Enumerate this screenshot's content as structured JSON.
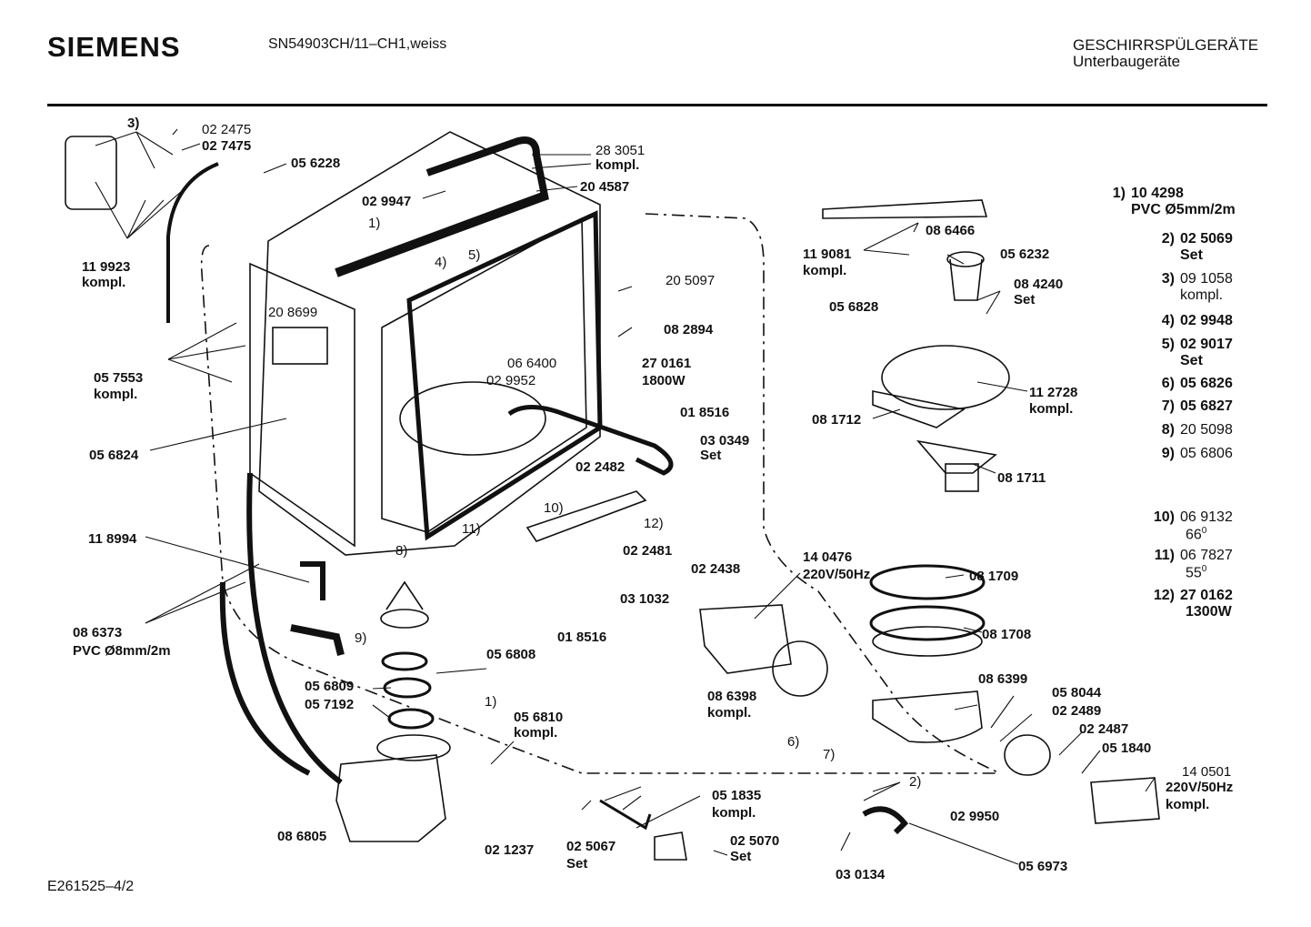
{
  "header": {
    "brand": "SIEMENS",
    "model": "SN54903CH/11–CH1,weiss",
    "category": "GESCHIRRSPÜLGERÄTE",
    "subcategory": "Unterbaugeräte"
  },
  "footer": {
    "document_ref": "E261525–4/2"
  },
  "callouts": {
    "c022475": "02 2475",
    "c027475": "02 7475",
    "c3": "3)",
    "c056228": "05 6228",
    "c283051": "28 3051",
    "c283051k": "kompl.",
    "c029947": "02 9947",
    "c204587": "20 4587",
    "c1a": "1)",
    "c4": "4)",
    "c5": "5)",
    "c119923": "11 9923",
    "c119923k": "kompl.",
    "c208699": "20 8699",
    "c205097": "20 5097",
    "c082894": "08 2894",
    "c066400": "06 6400",
    "c029952": "02 9952",
    "c270161": "27 0161",
    "c1800w": "1800W",
    "c057553": "05 7553",
    "c057553k": "kompl.",
    "c018516a": "01 8516",
    "c030349": "03 0349",
    "c030349s": "Set",
    "c056824": "05 6824",
    "c022482": "02 2482",
    "c10": "10)",
    "c12": "12)",
    "c11": "11)",
    "c8": "8)",
    "c118994": "11 8994",
    "c022481": "02 2481",
    "c022438": "02 2438",
    "c031032": "03 1032",
    "c018516b": "01 8516",
    "c086373": "08 6373",
    "c086373p": "PVC Ø8mm/2m",
    "c9": "9)",
    "c056808": "05 6808",
    "c056809": "05 6809",
    "c057192": "05 7192",
    "c1b": "1)",
    "c056810": "05 6810",
    "c056810k": "kompl.",
    "c086805": "08 6805",
    "c021237": "02 1237",
    "c051835": "05 1835",
    "c051835k": "kompl.",
    "c025067": "02 5067",
    "c025067s": "Set",
    "c025070": "02 5070",
    "c025070s": "Set",
    "c086466": "08 6466",
    "c119081": "11 9081",
    "c119081k": "kompl.",
    "c056232": "05 6232",
    "c084240": "08 4240",
    "c084240s": "Set",
    "c056828": "05 6828",
    "c112728": "11 2728",
    "c112728k": "kompl.",
    "c081712": "08 1712",
    "c081711": "08 1711",
    "c140476": "14 0476",
    "c220a": "220V/50Hz",
    "c081709": "08 1709",
    "c081708": "08 1708",
    "c086399": "08 6399",
    "c086398": "08 6398",
    "c086398k": "kompl.",
    "c6": "6)",
    "c7": "7)",
    "c058044": "05 8044",
    "c022489": "02 2489",
    "c022487": "02 2487",
    "c051840": "05 1840",
    "c140501": "14 0501",
    "c220b": "220V/50Hz",
    "c140501k": "kompl.",
    "c2": "2)",
    "c029950": "02 9950",
    "c030134": "03 0134",
    "c056973": "05 6973"
  },
  "legend": [
    {
      "key": "1)",
      "code": "10 4298",
      "sub": "PVC Ø5mm/2m"
    },
    {
      "key": "2)",
      "code": "02 5069",
      "sub": "Set"
    },
    {
      "key": "3)",
      "code": "09 1058",
      "sub": "kompl."
    },
    {
      "key": "4)",
      "code": "02 9948",
      "sub": ""
    },
    {
      "key": "5)",
      "code": "02 9017",
      "sub": "Set"
    },
    {
      "key": "6)",
      "code": "05 6826",
      "sub": ""
    },
    {
      "key": "7)",
      "code": "05 6827",
      "sub": ""
    },
    {
      "key": "8)",
      "code": "20 5098",
      "sub": ""
    },
    {
      "key": "9)",
      "code": "05 6806",
      "sub": ""
    },
    {
      "key": "10)",
      "code": "06 9132",
      "sub": "66",
      "sup": "0"
    },
    {
      "key": "11)",
      "code": "06 7827",
      "sub": "55",
      "sup": "0"
    },
    {
      "key": "12)",
      "code": "27 0162",
      "sub": "1300W"
    }
  ]
}
